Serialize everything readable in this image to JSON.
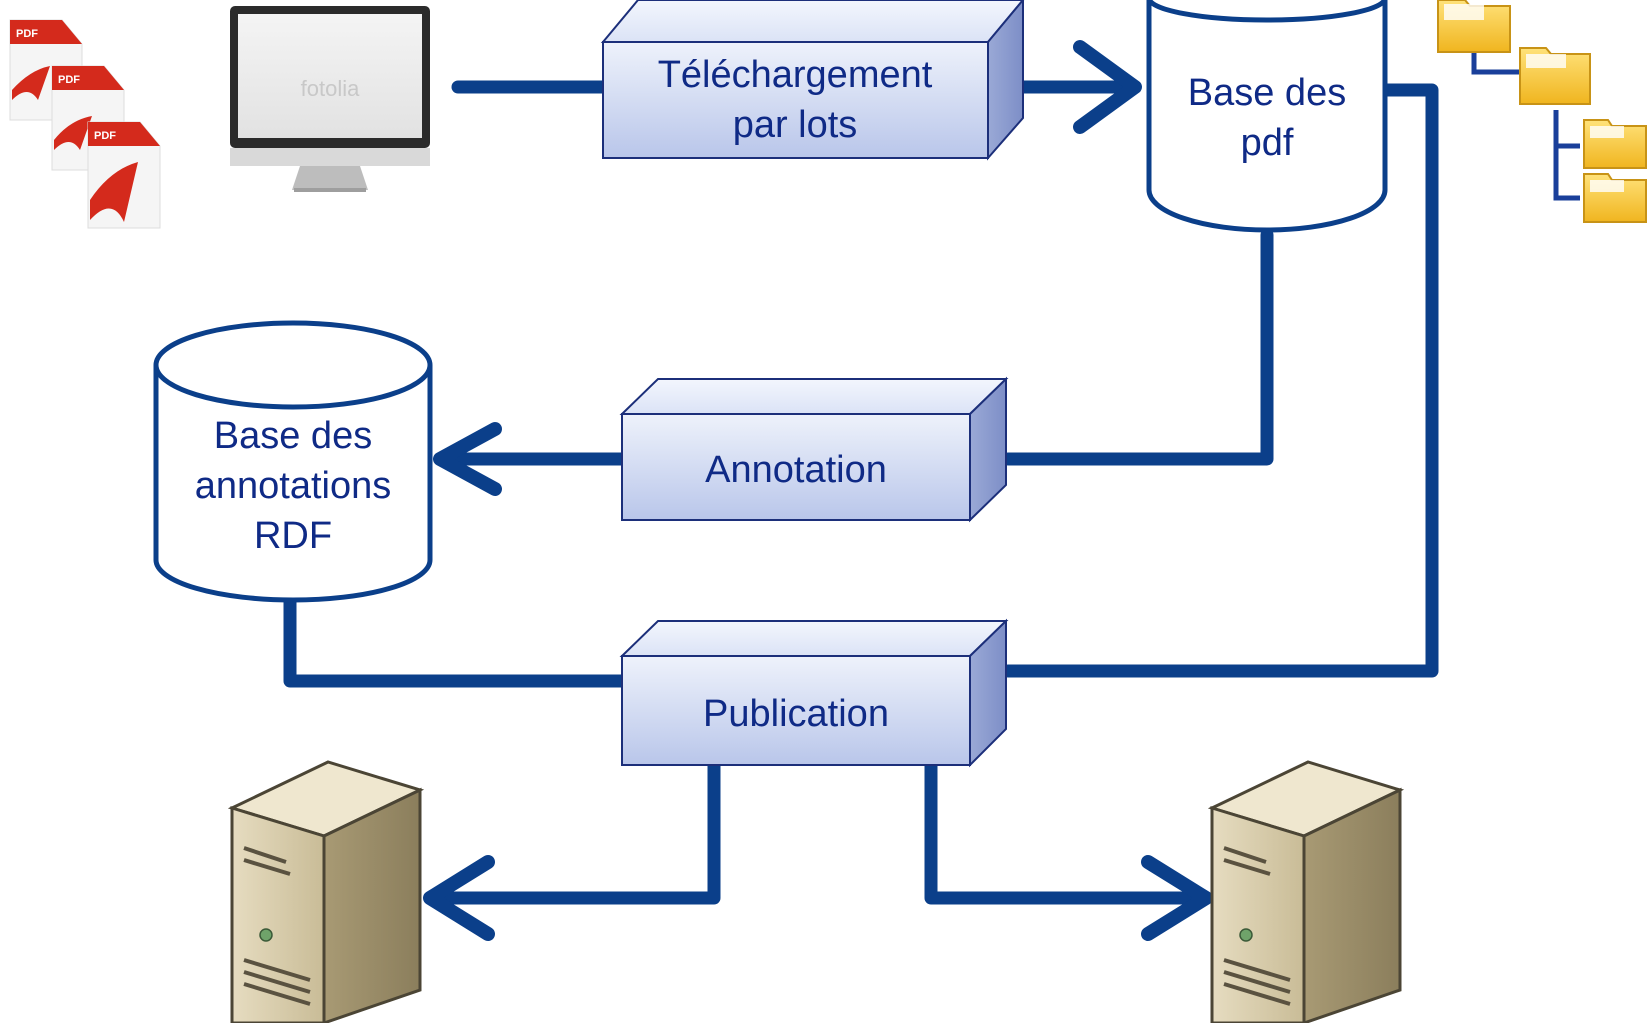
{
  "process_boxes": {
    "download": [
      "Téléchargement",
      "par lots"
    ],
    "annotation": [
      "Annotation"
    ],
    "publication": [
      "Publication"
    ]
  },
  "databases": {
    "pdf_base": [
      "Base des",
      "pdf"
    ],
    "rdf_base": [
      "Base des",
      "annotations",
      "RDF"
    ]
  },
  "icons": {
    "pdf_label": "PDF",
    "monitor_watermark": "fotolia",
    "names": [
      "pdf-files-icon",
      "monitor-icon",
      "folder-tree-icon",
      "server-icon"
    ]
  },
  "colors": {
    "connector": "#0b3f8a",
    "box_fill_top": "#eef2fb",
    "box_fill_bottom": "#b9c6ea",
    "box_stroke": "#1c2f7a",
    "text": "#0f2a86",
    "pdf_red": "#d42a1c",
    "folder_yellow": "#f2c12e"
  }
}
